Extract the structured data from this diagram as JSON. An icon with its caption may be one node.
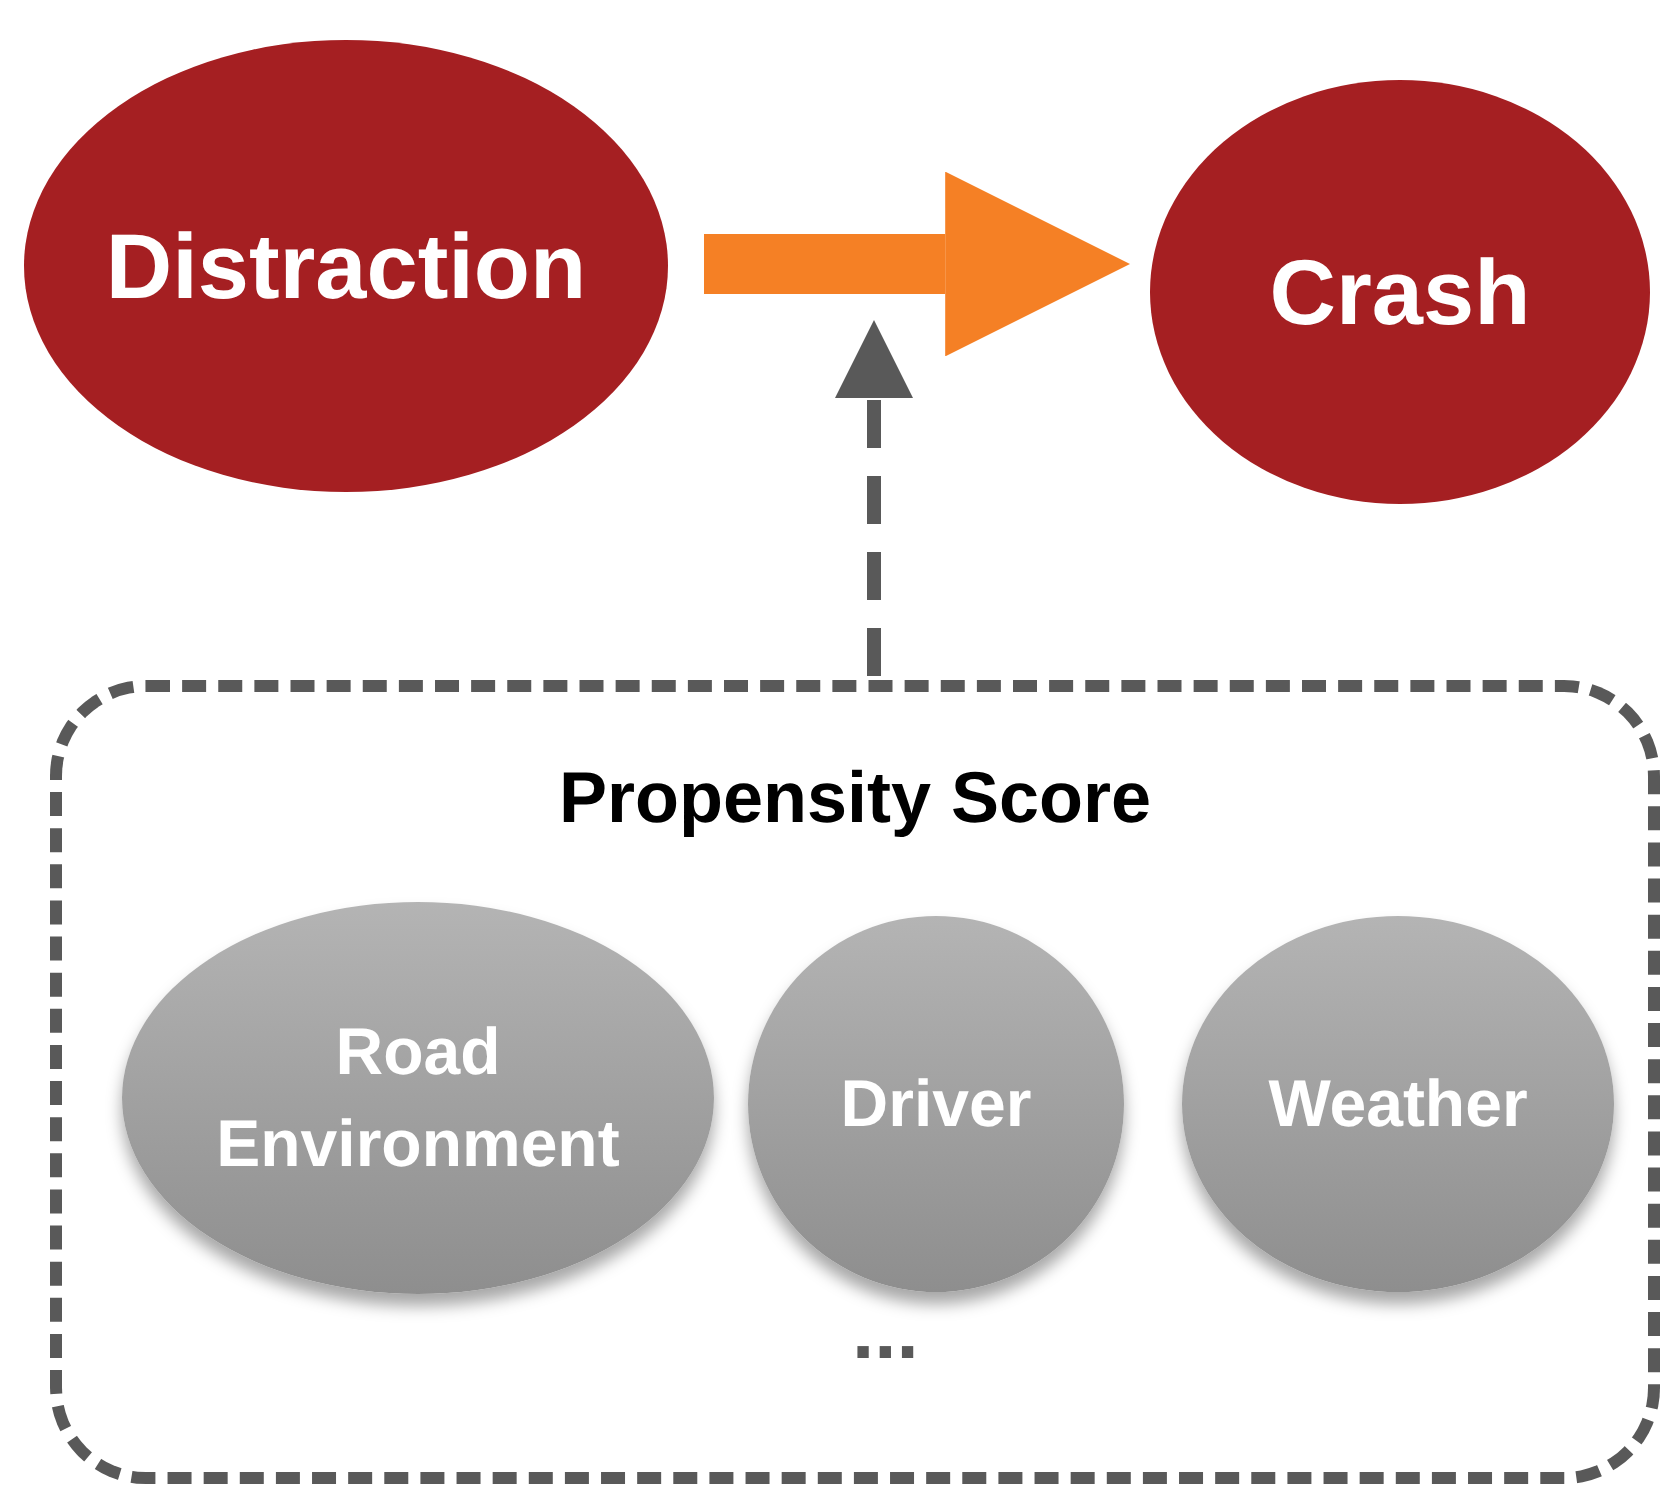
{
  "diagram": {
    "nodes": [
      {
        "text": [
          "Distraction"
        ]
      },
      {
        "text": [
          "Crash"
        ]
      },
      {
        "text": [
          "Propensity Score"
        ]
      },
      {
        "text": [
          "Road Environment"
        ],
        "in": 2
      },
      {
        "text": [
          "Driver"
        ],
        "in": 2
      },
      {
        "text": [
          "Weather"
        ],
        "in": 2
      }
    ],
    "edges": [
      {
        "from": 0,
        "to": 1,
        "arrow": "to",
        "style": "thick",
        "color": "#f58025"
      },
      {
        "from": 2,
        "to": null,
        "arrow": "to",
        "style": "dashed",
        "color": "#595959"
      }
    ],
    "labels": [
      "..."
    ]
  }
}
